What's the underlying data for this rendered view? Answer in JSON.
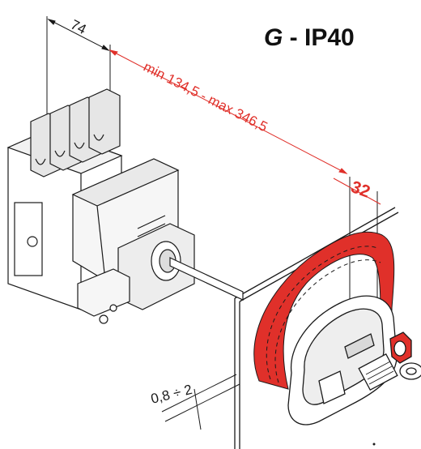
{
  "title": {
    "letter": "G",
    "rest": " - IP40"
  },
  "dimensions": {
    "width": "74",
    "shaft_length": "min 134,5 - max 346,5",
    "handle_depth": "32",
    "door_thickness": "0,8 ÷ 2"
  },
  "colors": {
    "accent": "#e0302a",
    "line": "#1a1a1a",
    "shade": "#cfcfcf",
    "background": "#ffffff"
  }
}
